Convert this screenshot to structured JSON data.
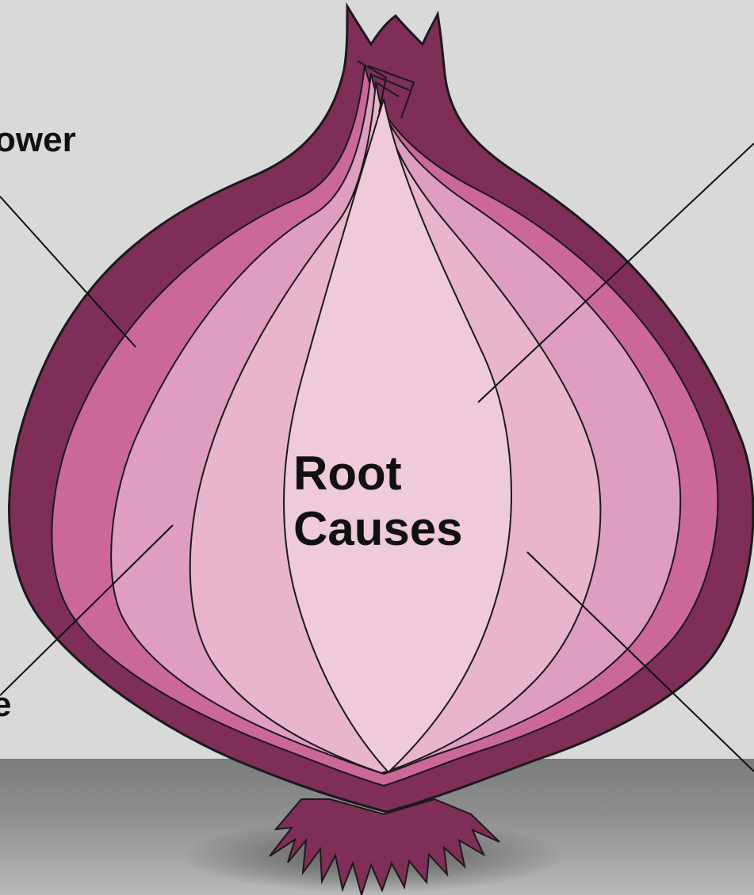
{
  "labels": {
    "top_left": "ower",
    "bottom_left": "e",
    "center": "Root\nCauses"
  }
}
